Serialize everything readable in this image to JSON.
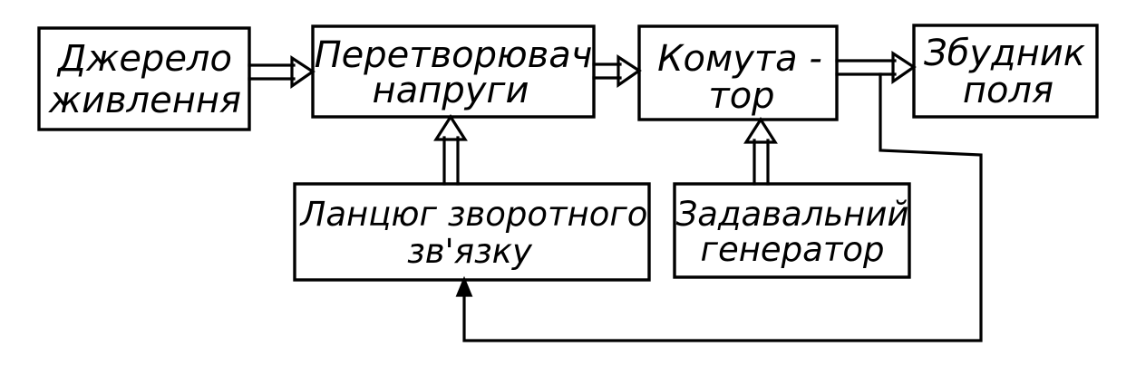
{
  "blocks": {
    "power_source": {
      "line1": "Джерело",
      "line2": "живлення"
    },
    "voltage_converter": {
      "line1": "Перетворювач",
      "line2": "напруги"
    },
    "commutator": {
      "line1": "Комута -",
      "line2": "тор"
    },
    "field_exciter": {
      "line1": "Збудник",
      "line2": "поля"
    },
    "feedback_circuit": {
      "line1": "Ланцюг зворотного",
      "line2": "зв'язку"
    },
    "master_generator": {
      "line1": "Задавальний",
      "line2": "генератор"
    }
  }
}
